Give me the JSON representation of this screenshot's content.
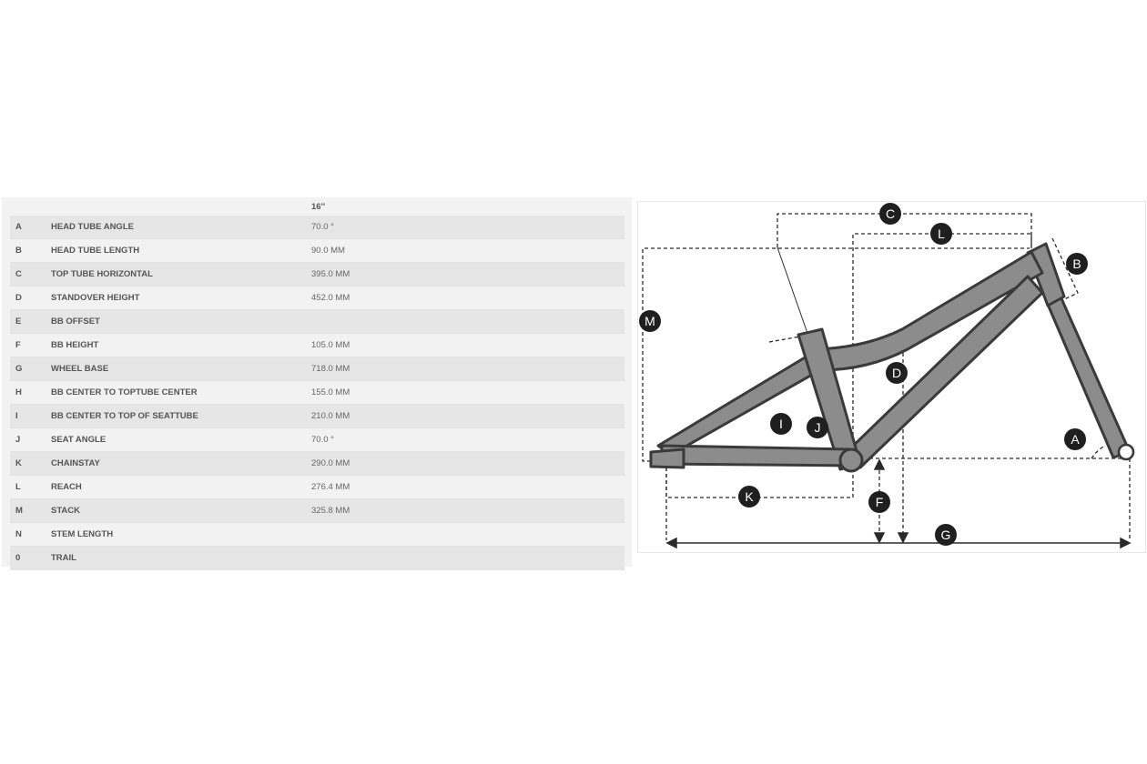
{
  "table": {
    "size_header": "16''",
    "rows": [
      {
        "code": "A",
        "name": "HEAD TUBE ANGLE",
        "value": "70.0 °"
      },
      {
        "code": "B",
        "name": "HEAD TUBE LENGTH",
        "value": "90.0 MM"
      },
      {
        "code": "C",
        "name": "TOP TUBE HORIZONTAL",
        "value": "395.0 MM"
      },
      {
        "code": "D",
        "name": "STANDOVER HEIGHT",
        "value": "452.0 MM"
      },
      {
        "code": "E",
        "name": "BB OFFSET",
        "value": ""
      },
      {
        "code": "F",
        "name": "BB HEIGHT",
        "value": "105.0 MM"
      },
      {
        "code": "G",
        "name": "WHEEL BASE",
        "value": "718.0 MM"
      },
      {
        "code": "H",
        "name": "BB CENTER TO TOPTUBE CENTER",
        "value": "155.0 MM"
      },
      {
        "code": "I",
        "name": "BB CENTER TO TOP OF SEATTUBE",
        "value": "210.0 MM"
      },
      {
        "code": "J",
        "name": "SEAT ANGLE",
        "value": "70.0 °"
      },
      {
        "code": "K",
        "name": "CHAINSTAY",
        "value": "290.0 MM"
      },
      {
        "code": "L",
        "name": "REACH",
        "value": "276.4 MM"
      },
      {
        "code": "M",
        "name": "STACK",
        "value": "325.8 MM"
      },
      {
        "code": "N",
        "name": "STEM LENGTH",
        "value": ""
      },
      {
        "code": "0",
        "name": "TRAIL",
        "value": ""
      }
    ]
  },
  "diagram": {
    "markers": [
      "C",
      "L",
      "B",
      "M",
      "D",
      "I",
      "J",
      "A",
      "K",
      "F",
      "G"
    ],
    "colors": {
      "frame_fill": "#8c8c8c",
      "frame_outline": "#3a3a3a",
      "marker_fill": "#1f1f1f",
      "dimension_line": "#2a2a2a"
    }
  }
}
